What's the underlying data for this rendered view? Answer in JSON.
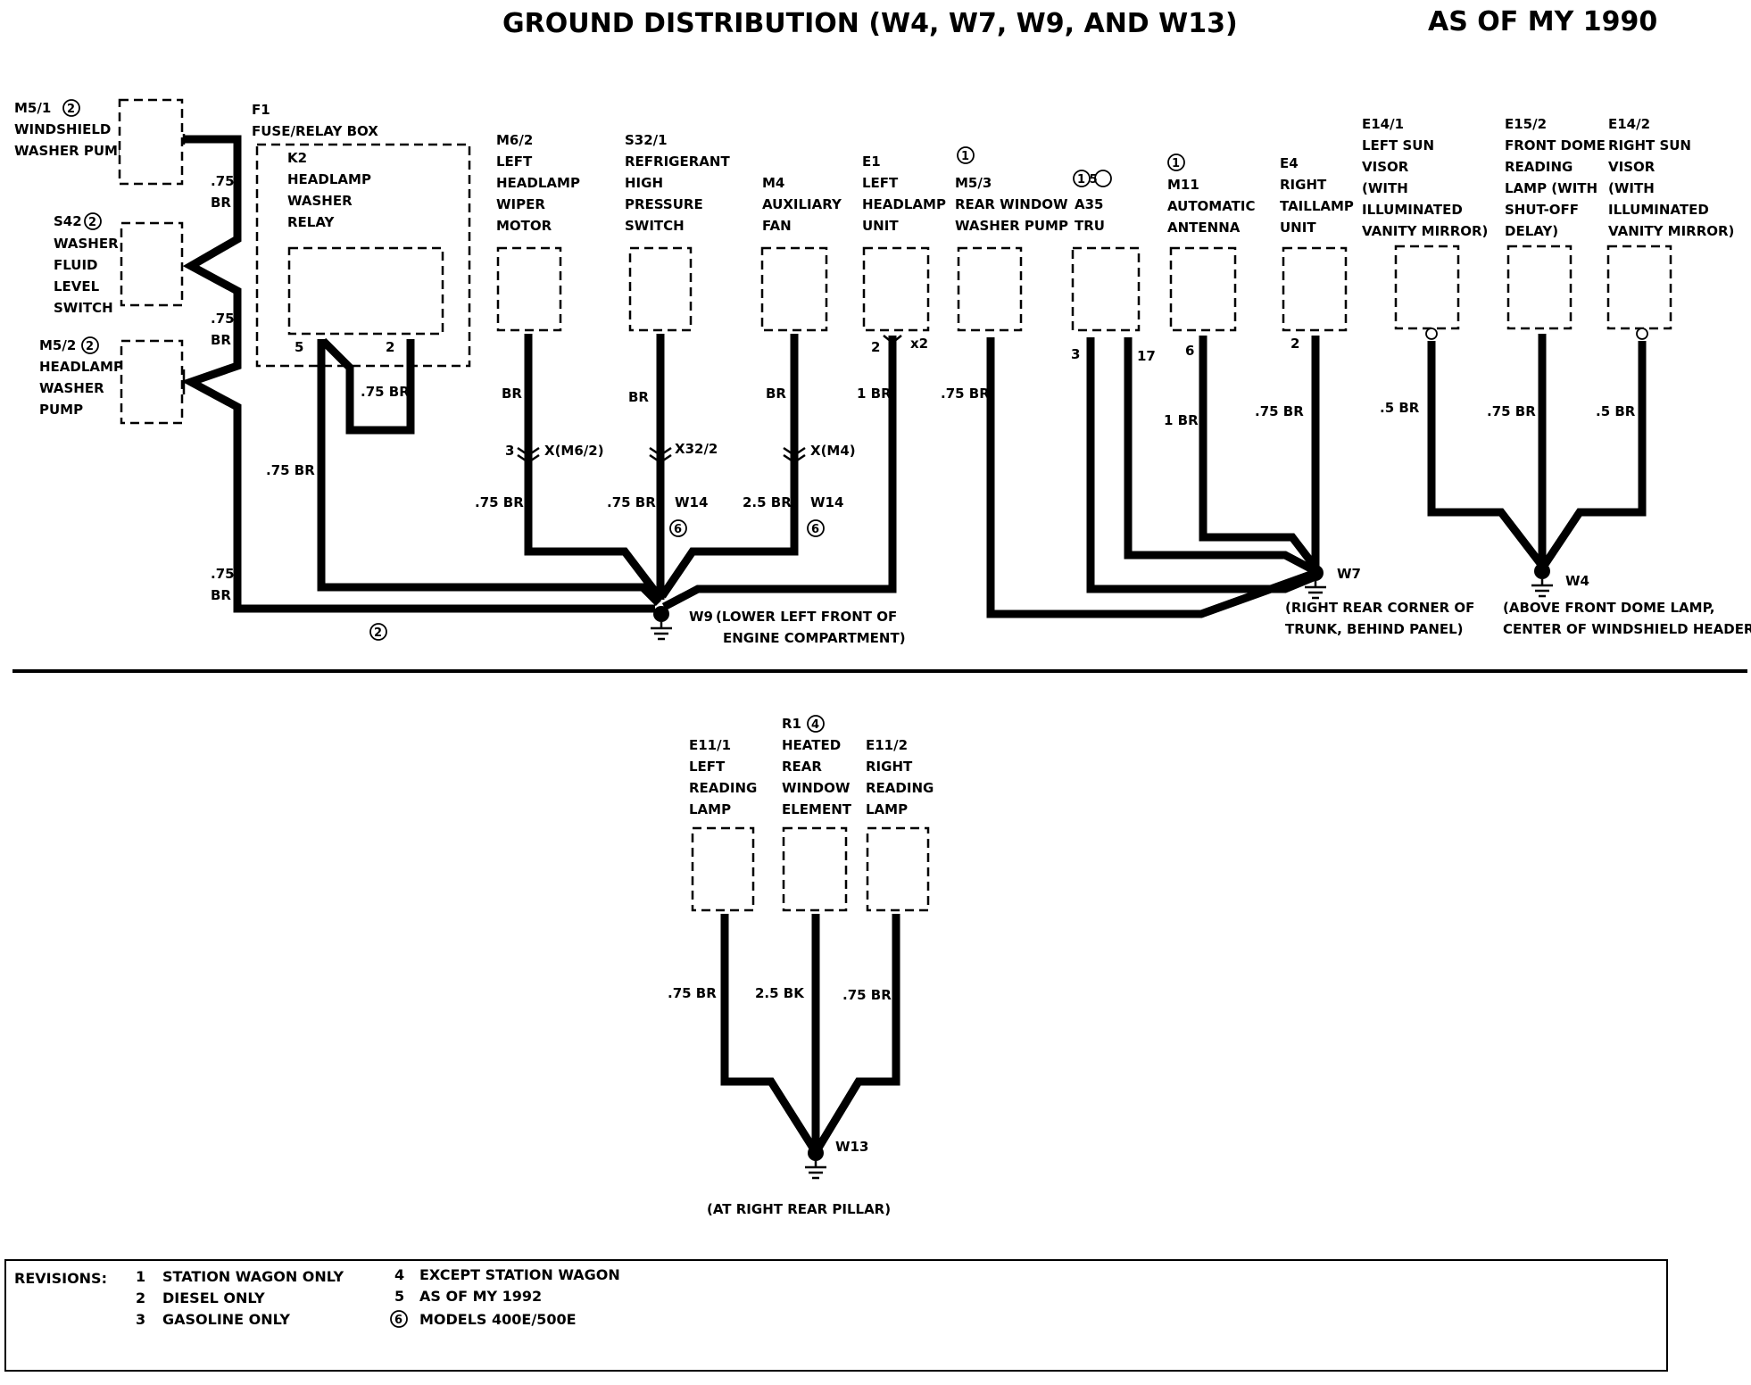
{
  "title": "GROUND DISTRIBUTION (W4, W7, W9, AND W13)",
  "model_year": "AS OF MY 1990",
  "components": [
    {
      "id": "m51",
      "lines": [
        "M5/1",
        "WINDSHIELD",
        "WASHER PUMP"
      ],
      "note": "2"
    },
    {
      "id": "s42",
      "lines": [
        "S42",
        "WASHER",
        "FLUID",
        "LEVEL",
        "SWITCH"
      ],
      "note": "2"
    },
    {
      "id": "m52",
      "lines": [
        "M5/2",
        "HEADLAMP",
        "WASHER",
        "PUMP"
      ],
      "note": "2"
    },
    {
      "id": "f1",
      "lines": [
        "F1",
        "FUSE/RELAY BOX"
      ]
    },
    {
      "id": "k2",
      "lines": [
        "K2",
        "HEADLAMP",
        "WASHER",
        "RELAY"
      ]
    },
    {
      "id": "m62",
      "lines": [
        "M6/2",
        "LEFT",
        "HEADLAMP",
        "WIPER",
        "MOTOR"
      ]
    },
    {
      "id": "s321",
      "lines": [
        "S32/1",
        "REFRIGERANT",
        "HIGH",
        "PRESSURE",
        "SWITCH"
      ]
    },
    {
      "id": "m4",
      "lines": [
        "M4",
        "AUXILIARY",
        "FAN"
      ]
    },
    {
      "id": "e1",
      "lines": [
        "E1",
        "LEFT",
        "HEADLAMP",
        "UNIT"
      ]
    },
    {
      "id": "m53",
      "lines": [
        "M5/3",
        "REAR WINDOW",
        "WASHER PUMP"
      ],
      "note": "1"
    },
    {
      "id": "a35",
      "lines": [
        "A35",
        "TRU"
      ],
      "note": "1 5"
    },
    {
      "id": "m11",
      "lines": [
        "M11",
        "AUTOMATIC",
        "ANTENNA"
      ],
      "note": "1"
    },
    {
      "id": "e4",
      "lines": [
        "E4",
        "RIGHT",
        "TAILLAMP",
        "UNIT"
      ]
    },
    {
      "id": "e141",
      "lines": [
        "E14/1",
        "LEFT SUN",
        "VISOR",
        "(WITH",
        "ILLUMINATED",
        "VANITY MIRROR)"
      ]
    },
    {
      "id": "e152",
      "lines": [
        "E15/2",
        "FRONT DOME",
        "READING",
        "LAMP (WITH",
        "SHUT-OFF",
        "DELAY)"
      ]
    },
    {
      "id": "e142",
      "lines": [
        "E14/2",
        "RIGHT SUN",
        "VISOR",
        "(WITH",
        "ILLUMINATED",
        "VANITY MIRROR)"
      ]
    },
    {
      "id": "e111",
      "lines": [
        "E11/1",
        "LEFT",
        "READING",
        "LAMP"
      ]
    },
    {
      "id": "r1",
      "lines": [
        "R1",
        "HEATED",
        "REAR",
        "WINDOW",
        "ELEMENT"
      ],
      "note": "4"
    },
    {
      "id": "e112",
      "lines": [
        "E11/2",
        "RIGHT",
        "READING",
        "LAMP"
      ]
    }
  ],
  "wire_labels": {
    "m51_a": ".75",
    "m51_b": "BR",
    "s42_a": ".75",
    "s42_b": "BR",
    "m52_a": ".75",
    "m52_b": "BR",
    "k2_pin5": "5",
    "k2_pin2": "2",
    "k2_loop": ".75 BR",
    "k2_w9": ".75 BR",
    "m62_up": "BR",
    "m62_pin": "3",
    "m62_conn": "X(M6/2)",
    "m62_down": ".75 BR",
    "s321_up": "BR",
    "s321_conn": "X32/2",
    "s321_down": ".75 BR",
    "s321_ref": "W14",
    "s321_note": "6",
    "m4_up": "BR",
    "m4_conn": "X(M4)",
    "m4_down": "2.5 BR",
    "m4_ref": "W14",
    "m4_note": "6",
    "e1_pin": "2",
    "e1_conn": "x2",
    "e1_wire": "1 BR",
    "m53_wire": ".75 BR",
    "a35_pin3": "3",
    "a35_pin17": "17",
    "m11_pin": "6",
    "m11_wire": "1 BR",
    "e4_pin": "2",
    "e4_wire": ".75 BR",
    "e141_wire": ".5 BR",
    "e152_wire": ".75 BR",
    "e142_wire": ".5 BR",
    "bottom_note": "2",
    "e111_wire": ".75 BR",
    "r1_wire": "2.5 BK",
    "e112_wire": ".75 BR"
  },
  "grounds": {
    "w9": {
      "name": "W9",
      "desc1": "(LOWER LEFT FRONT OF",
      "desc2": "ENGINE COMPARTMENT)"
    },
    "w7": {
      "name": "W7",
      "desc1": "(RIGHT REAR CORNER OF",
      "desc2": "TRUNK, BEHIND PANEL)"
    },
    "w4": {
      "name": "W4",
      "desc1": "(ABOVE FRONT DOME LAMP,",
      "desc2": "CENTER OF WINDSHIELD HEADER)"
    },
    "w13": {
      "name": "W13",
      "desc1": "(AT RIGHT REAR PILLAR)"
    }
  },
  "revisions": {
    "label": "REVISIONS:",
    "items": [
      {
        "num": "1",
        "text": "STATION WAGON ONLY"
      },
      {
        "num": "2",
        "text": "DIESEL ONLY"
      },
      {
        "num": "3",
        "text": "GASOLINE ONLY"
      },
      {
        "num": "4",
        "text": "EXCEPT STATION WAGON"
      },
      {
        "num": "5",
        "text": "AS OF MY 1992"
      },
      {
        "num": "6",
        "text": "MODELS 400E/500E"
      }
    ]
  }
}
